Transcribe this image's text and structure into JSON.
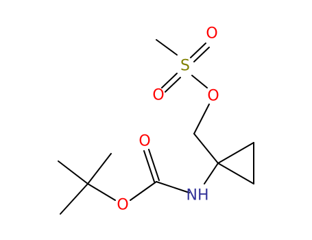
{
  "colors": {
    "bond": "#000000",
    "oxygen": "#ff0000",
    "sulfur": "#808000",
    "nitrogen": "#333399"
  },
  "atoms": {
    "sulfur": "S",
    "sulfonyl_oxygen_top": "O",
    "sulfonyl_oxygen_bottom": "O",
    "ester_oxygen_mesylate": "O",
    "carbonyl_oxygen": "O",
    "ester_oxygen_carbamate": "O",
    "nitrogen": "NH"
  }
}
